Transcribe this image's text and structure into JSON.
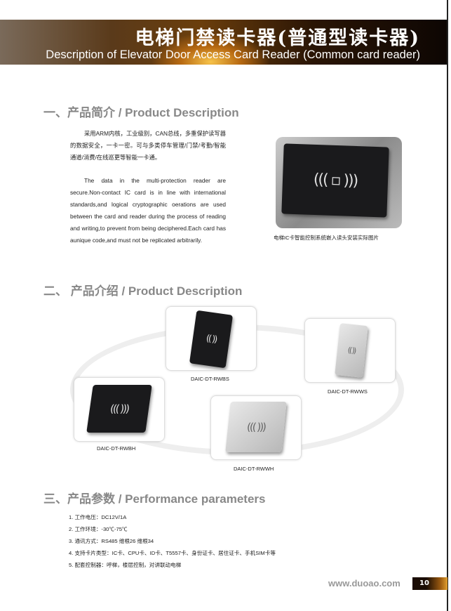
{
  "header": {
    "title_cn": "电梯门禁读卡器(普通型读卡器)",
    "title_en": "Description of Elevator Door Access Card Reader (Common card reader)"
  },
  "section1": {
    "heading": "一、产品简介 / Product Description",
    "para_cn": "采用ARM内核，工业级别，CAN总线，多重保护读写器的数据安全，一卡一密。可与多类停车管理/门禁/考勤/智能通道/消费/在线巡更等智能一卡通。",
    "para_en": "The data in the multi-protection reader are secure.Non-contact IC card is in line with international standards,and logical cryptographic oerations are used between the card and reader during the process of reading and writing,to prevent from being deciphered.Each card has aunique code,and must not be replicated arbitrarily.",
    "photo_caption": "电梯IC卡智能控制系统嵌入读头安装实际图片"
  },
  "section2": {
    "heading": "二、 产品介绍 / Product Description",
    "products": [
      {
        "model": "DAIC-DT-RWBS"
      },
      {
        "model": "DAIC-DT-RWWS"
      },
      {
        "model": "DAIC-DT-RWBH"
      },
      {
        "model": "DAIC-DT-RWWH"
      }
    ]
  },
  "section3": {
    "heading": "三、产品参数 / Performance parameters",
    "specs": [
      "1. 工作电压：DC12V/1A",
      "2. 工作环境：-30℃-75℃",
      "3. 通讯方式：RS485 维根26  维根34",
      "4. 支持卡片类型：IC卡、CPU卡、ID卡、T5557卡、身份证卡、居住证卡、手机SIM卡等",
      "5. 配套控制器：呼梯，楼层控制，对讲联动电梯"
    ]
  },
  "footer": {
    "website": "www.duoao.com",
    "page_number": "10"
  }
}
